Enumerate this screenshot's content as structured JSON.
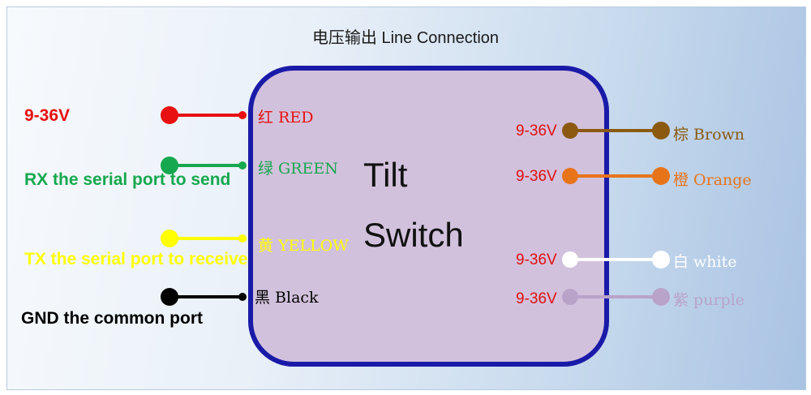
{
  "title": "电压输出  Line Connection",
  "device": {
    "line1": "Tilt",
    "line2": "Switch"
  },
  "colors": {
    "frame_blue": "#1a1aa8",
    "red": "#e81010",
    "green": "#16a84e",
    "yellow": "#ffff00",
    "black": "#000000",
    "brown": "#8b5a10",
    "orange": "#e8741a",
    "white": "#ffffff",
    "purple": "#b9a3c9"
  },
  "left_wires": [
    {
      "color_name": "red",
      "label": "红 RED",
      "annotation": "9-36V"
    },
    {
      "color_name": "green",
      "label": "绿 GREEN",
      "annotation": "RX the serial port to send"
    },
    {
      "color_name": "yellow",
      "label": "黄 YELLOW",
      "annotation": "TX the serial port to receive"
    },
    {
      "color_name": "black",
      "label": "黑 Black",
      "annotation": "GND the common port"
    }
  ],
  "right_wires": [
    {
      "color_name": "brown",
      "voltage": "9-36V",
      "label": "棕 Brown"
    },
    {
      "color_name": "orange",
      "voltage": "9-36V",
      "label": "橙 Orange"
    },
    {
      "color_name": "white",
      "voltage": "9-36V",
      "label": "白 white"
    },
    {
      "color_name": "purple",
      "voltage": "9-36V",
      "label": "紫 purple"
    }
  ]
}
